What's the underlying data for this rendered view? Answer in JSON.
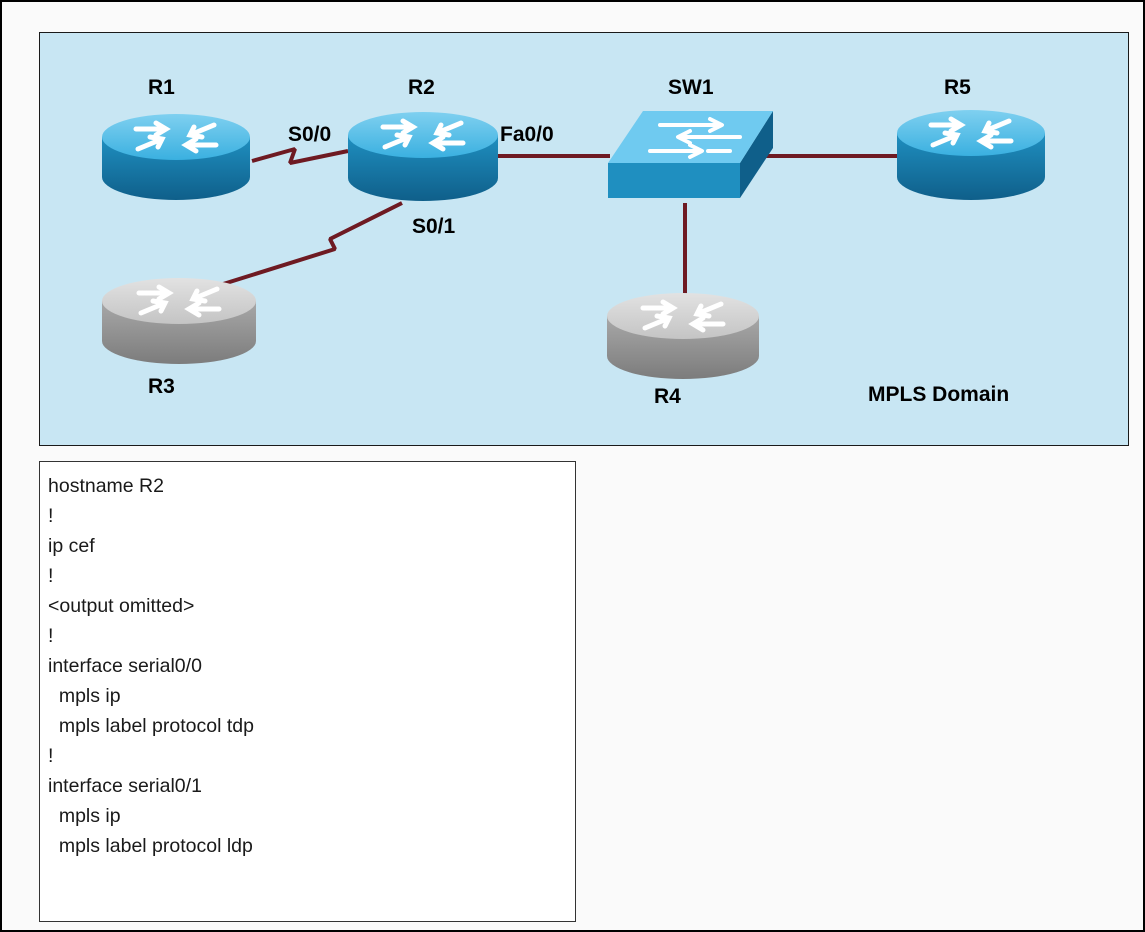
{
  "diagram": {
    "devices": {
      "r1": "R1",
      "r2": "R2",
      "r3": "R3",
      "r4": "R4",
      "r5": "R5",
      "sw1": "SW1"
    },
    "interfaces": {
      "s0_0": "S0/0",
      "s0_1": "S0/1",
      "fa0_0": "Fa0/0"
    },
    "domain_label": "MPLS Domain",
    "colors": {
      "background": "#c8e6f3",
      "active_router": "#2a9fcf",
      "inactive_router": "#b5b5b5",
      "link": "#6e1a22"
    }
  },
  "config": {
    "lines": [
      "hostname R2",
      "!",
      "ip cef",
      "!",
      "<output omitted>",
      "!",
      "interface serial0/0",
      "  mpls ip",
      "  mpls label protocol tdp",
      "!",
      "interface serial0/1",
      "  mpls ip",
      "  mpls label protocol ldp"
    ]
  }
}
